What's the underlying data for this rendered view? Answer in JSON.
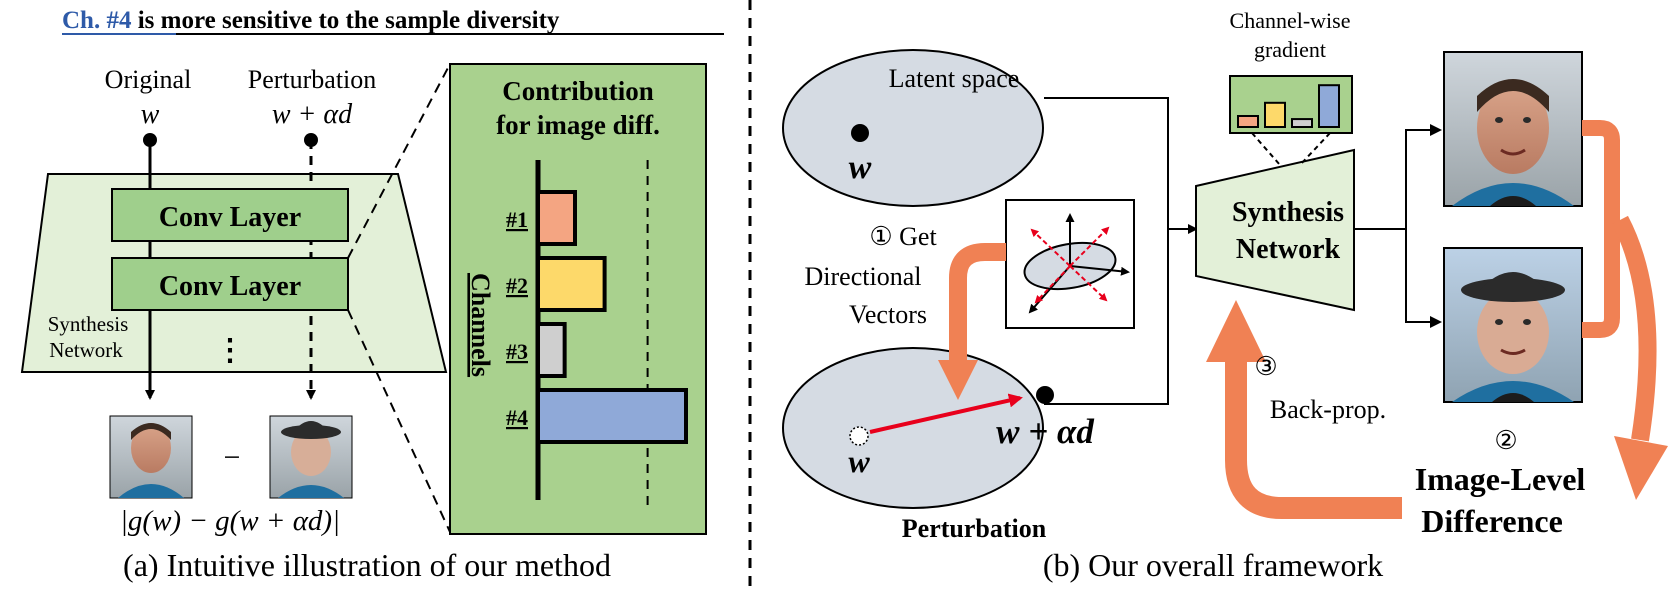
{
  "left": {
    "header_prefix": "Ch. #4",
    "header_rest": " is more sensitive to the sample diversity",
    "original_label": "Original",
    "original_var": "w",
    "perturb_label": "Perturbation",
    "perturb_var": "w + αd",
    "conv1": "Conv Layer",
    "conv2": "Conv Layer",
    "dots": "⋮",
    "synth_line1": "Synthesis",
    "synth_line2": "Network",
    "minus": "−",
    "formula": "|g(w) − g(w + αd)|",
    "caption": "(a) Intuitive illustration of our method"
  },
  "chart_data": {
    "type": "bar",
    "orientation": "horizontal",
    "title": "Contribution for image diff.",
    "title_line1": "Contribution",
    "title_line2": "for image diff.",
    "axis_label": "Channels",
    "categories": [
      "#1",
      "#2",
      "#3",
      "#4"
    ],
    "values": [
      0.25,
      0.45,
      0.18,
      1.0
    ],
    "colors": [
      "#f4a582",
      "#fdd96a",
      "#cfcfcf",
      "#8fa9d8"
    ],
    "threshold": 0.7,
    "xlim": [
      0,
      1
    ]
  },
  "right": {
    "latent_label": "Latent space",
    "latent_var": "w",
    "step1_num": "①",
    "step1_line1": "Get",
    "step1_line2": "Directional",
    "step1_line3": "Vectors",
    "perturb_var_orig": "w",
    "perturb_var_new": "w + αd",
    "perturbation_label": "Perturbation",
    "gradient_line1": "Channel-wise",
    "gradient_line2": "gradient",
    "gradient_values": [
      0.25,
      0.55,
      0.18,
      0.95
    ],
    "gradient_colors": [
      "#f4a582",
      "#fdd96a",
      "#cfcfcf",
      "#8fa9d8"
    ],
    "synth_line1": "Synthesis",
    "synth_line2": "Network",
    "step3_num": "③",
    "step3_label": "Back-prop.",
    "step2_num": "②",
    "step2_line1": "Image-Level",
    "step2_line2": "Difference",
    "caption": "(b) Our overall framework"
  }
}
